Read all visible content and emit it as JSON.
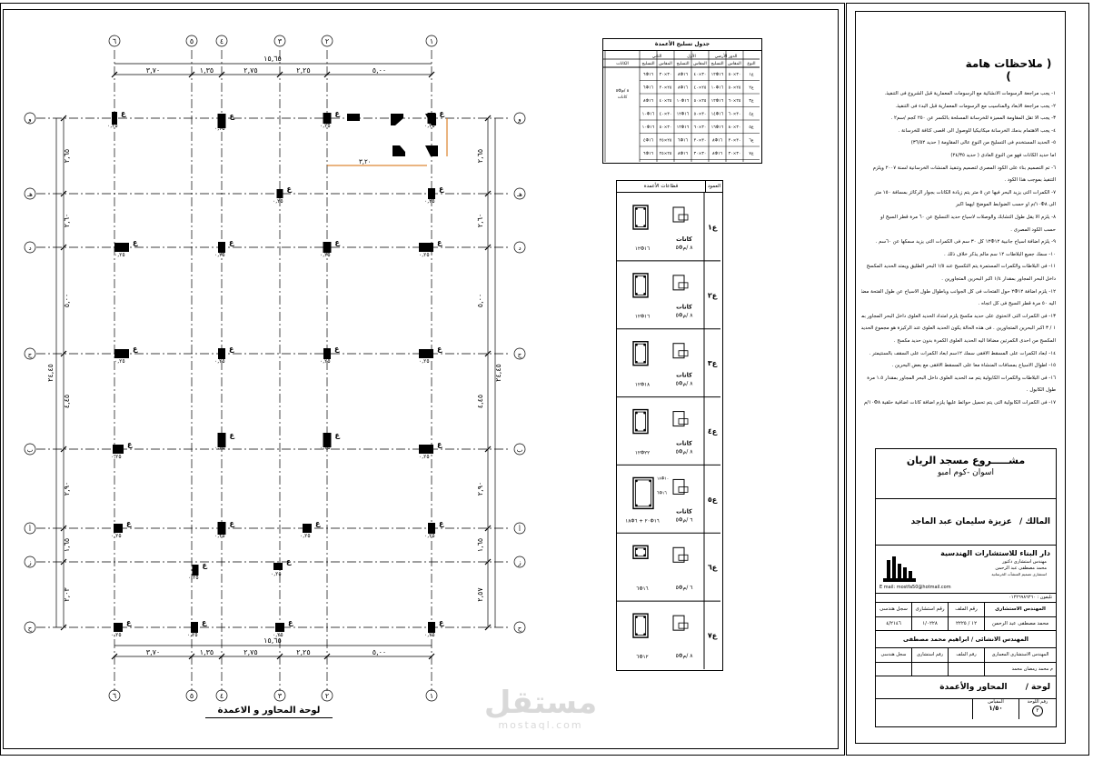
{
  "drawing": {
    "title": "لوحة المحاور و الاعمدة",
    "axes_numbers": [
      "٦",
      "٥",
      "٤",
      "٣",
      "٢",
      "١"
    ],
    "axes_letters": [
      "أ",
      "ب",
      "ج",
      "د",
      "هـ",
      "و",
      "ز",
      "ح"
    ],
    "top_dims": [
      "٣,٧٠",
      "١,٣٥",
      "٢,٧٥",
      "٢,٢٥",
      "٥,٠٠"
    ],
    "total_dim": "١٥,٦٥",
    "left_dims": [
      "٢,٦٥",
      "٢,٦٠",
      "٥,٠٠",
      "٤,٤٥",
      "٢,٩٠",
      "١,٦٥",
      "٢,٠٣"
    ],
    "right_dims": [
      "٢,٦٥",
      "٢,٦٠",
      "٥,٠٠",
      "٤,٤٥",
      "٢,٩٠",
      "١,٦٥",
      "٢,٥٧"
    ],
    "left_total": "٢٤,٤٥",
    "right_total": "٢٤,٤٥",
    "stair_dim": "٣,٢٠",
    "column_tag": "ع",
    "column_level": "٠,٢٥"
  },
  "column_schedule": {
    "title": "جدول تسليح الأعمدة",
    "col_headers": [
      "النوع",
      "المقاس",
      "التسليح",
      "المقاس",
      "التسليح",
      "المقاس",
      "التسليح",
      "الكانات"
    ],
    "group_headers": [
      "الدور الأرضي",
      "الأول",
      "الثاني"
    ],
    "rows": [
      [
        "ع١",
        "٣٠×٥٠",
        "١٢Φ١٦",
        "٣٠×٤٠",
        "٨Φ١٦",
        "٣٠×٣٠",
        "٦Φ١٦"
      ],
      [
        "ع٢",
        "٢٥×٥٠",
        "١٠Φ١٦",
        "٢٥×٤٠",
        "٨Φ١٦",
        "٢٥×٣٠",
        "٦Φ١٦"
      ],
      [
        "ع٣",
        "٢٥×٦٠",
        "١٢Φ١٦",
        "٢٥×٥٠",
        "١٠Φ١٦",
        "٢٥×٤٠",
        "٨Φ١٦"
      ],
      [
        "ع٤",
        "٣٠×٦٠",
        "١٤Φ١٦",
        "٣٠×٥٠",
        "١٢Φ١٦",
        "٣٠×٤٠",
        "١٠Φ١٦"
      ],
      [
        "ع٥",
        "٣٠×٨٠",
        "١٦Φ١٦",
        "٣٠×٦٠",
        "١٢Φ١٦",
        "٣٠×٥٠",
        "١٠Φ١٦"
      ],
      [
        "ع٦",
        "٣٠×٣٠",
        "٨Φ١٦",
        "٣٠×٣٠",
        "٦Φ١٦",
        "٢٥×٢٥",
        "٤Φ١٦"
      ],
      [
        "ع٧",
        "٣٠×٣٠",
        "٨Φ١٦",
        "٣٠×٣٠",
        "٨Φ١٦",
        "٢٥×٢٥",
        "٦Φ١٦"
      ]
    ],
    "stirrups": "٥Φ٨ /م\nكانات"
  },
  "sections_table": {
    "title": "قطاعات الأعمدة",
    "type_header": "العمود",
    "rows": [
      {
        "type": "ع١",
        "bars": "١٢Φ١٦",
        "stirrup_label": "كانات",
        "stirrup": "٥Φ٨ /م"
      },
      {
        "type": "ع٢",
        "bars": "١٢Φ١٦",
        "stirrup_label": "كانات",
        "stirrup": "٥Φ٨ /م"
      },
      {
        "type": "ع٣",
        "bars": "١٢Φ١٨",
        "stirrup_label": "كانات",
        "stirrup": "٥Φ٨ /م"
      },
      {
        "type": "ع٤",
        "bars": "١٢Φ٢٢",
        "stirrup_label": "كانات",
        "stirrup": "٥Φ٨ /م"
      },
      {
        "type": "ع٥",
        "bars": "١٨Φ٢٠ + ٦Φ١٦",
        "stirrup_label": "كانات",
        "stirrup": "٥Φ٦ /م",
        "side1": "١٨Φ١٠",
        "side2": "٦Φ١٦"
      },
      {
        "type": "ع٦",
        "bars": "٦Φ١٦",
        "stirrup_label": "",
        "stirrup": "٥Φ٦ /م"
      },
      {
        "type": "ع٧",
        "bars": "٦Φ١٢",
        "stirrup_label": "",
        "stirrup": "٥Φ٨ /م"
      }
    ]
  },
  "notes": {
    "title": "( ملاحظات هامة )",
    "lines": [
      "١- يجب مراجعة الرسومات الانشائية مع الرسومات المعمارية قبل الشروع فى التنفيذ.",
      "٢- يجب مراجعة الابعاد والمناسيب مع الرسومات المعمارية قبل البدء فى التنفيذ.",
      "٣- يجب الا تقل المقاومة المميزة للخرسانة المسلحة بالكسر عن ٢٥٠ كجم /سم٢ .",
      "٤- يجب الاهتمام بدمك الخرسانة ميكانيكيا للوصول الى اقصى كثافة للخرسانة .",
      "٥- الحديد المستخدم فى التسليح من النوع عالى المقاومة ( حديد ٣٦/٥٢)",
      "اما حديد الكانات فهو من النوع العادى ( حديد ٢٤/٣٥)",
      "٦- تم التصميم بناء على الكود المصرى لتصميم وتنفيذ المنشآت الخرسانية لسنة ٢٠٠٧ ويلزم",
      "التنفيذ بموجب هذا الكود .",
      "٧- الكمرات التى يزيد البحر فيها عن ٥ متر يتم زيادة الكانات بجوار الركائز بمسافة ١٥٠ متر",
      "الى ١٠Φ٨/م او حسب الضوابط الموضح ايهما اكبر",
      "٨- يلزم الا يقل طول التشابك والوصلات لاسياخ حديد التسليح عن ٦٠ مرة قطر السيخ او",
      "حسب الكود المصرى .",
      "٩- يلزم اضافة أسياخ جانبية ١٢Φ١٢ كل ٣٠ سم فى الكمرات التى يزيد سمكها عن ٦٠سم .",
      "١٠- سمك جميع البلاطات ١٢ سم مالم يذكر خلاف ذلك .",
      "١١- فى البلاطات والكمرات المستمرة يتم التكسيح عند ١/٥ البحر الطليق ويمتد الحديد المكسح",
      "داخل البحر المجاور بمقدار ١/٤ أكبر البحرين المتجاورين .",
      "١٢- يلزم اضافة ٢Φ١٢ حول الفتحات فى كل الجوانب وبأطوال طول الاسياخ عن طول الفتحة مضافا",
      "اليه ٥٠ مرة قطر السيخ فى كل اتجاه .",
      "١٣- فى الكمرات التى لاتحتوى على حديد مكسح يلزم امتداد الحديد العلوى داخل البحر المجاور بمسافة",
      "١ / ٣ أكبر البحرين المتجاورين . فى هذه الحالة يكون الحديد العلوى عند الركيزة هو مجموع الحديد",
      "المكسح من أحدى الكمرتين مضافا اليه الحديد العلوى الكمرة بدون حديد مكسح .",
      "١٤- ابعاد الكمرات على المسقط الافقى سمك ١٢سم ابعاد الكمرات على السقف بالسنتيمتر .",
      "١٥- أطوال الاسياخ بمسافات المنشأة معا على المسقط الافقى مع بعض البحرين .",
      "١٦- فى البلاطات والكمرات الكابولية يتم مد الحديد العلوى داخل البحر المجاور بمقدار ١.٥ مرة",
      "طول الكابول .",
      "١٧- فى الكمرات الكابولية التى يتم تحميل حوائط عليها يلزم اضافة كانات اضافية حلقية ١٠Φ٨/م"
    ]
  },
  "title_block": {
    "project": "مشـــــروع مسجد الريان",
    "location": "اسوان -كوم امبو",
    "owner_label": "المالك /",
    "owner": "عزيزة سليمان عبد الماجد",
    "firm": "دار البناء للاستشارات الهندسية",
    "firm_sub1": "مهندس استشارى دكتور",
    "firm_sub2": "محمد مصطفى عبد الرحمن",
    "firm_sub3": "استشارى تصميم المنشآت الخرسانية",
    "email": "E mail: mostfa50@hotmail.com",
    "phone": "تليفون : ٠١٢٢٦٩٨٦٢٦٠",
    "consultant_label": "المهندس الاستشارى",
    "consultant_name": "محمد مصطفى عبد الرحمن",
    "col_file": "رقم الملف",
    "col_consult": "رقم استشارى",
    "col_reg": "سجل هندسى",
    "val_file": "١٢ / ٢٢٢٥",
    "val_consult": "١/٠٢٢٨",
    "val_reg": "٤/٢١٤٦",
    "structural_label": "المهندس الانشائى / ابراهيم محمد مصطفى",
    "arch_label": "المهندس الاستشارى المعمارى",
    "arch_name": "م محمد رمضان محمد",
    "sheet_label": "لوحة /",
    "sheet_title": "المحاور والأعمدة",
    "sheet_no_label": "رقم اللوحة",
    "scale_label": "المقياس",
    "scale": "١/٥٠"
  },
  "watermark": {
    "text": "مستقل",
    "sub": "mostaql.com"
  }
}
